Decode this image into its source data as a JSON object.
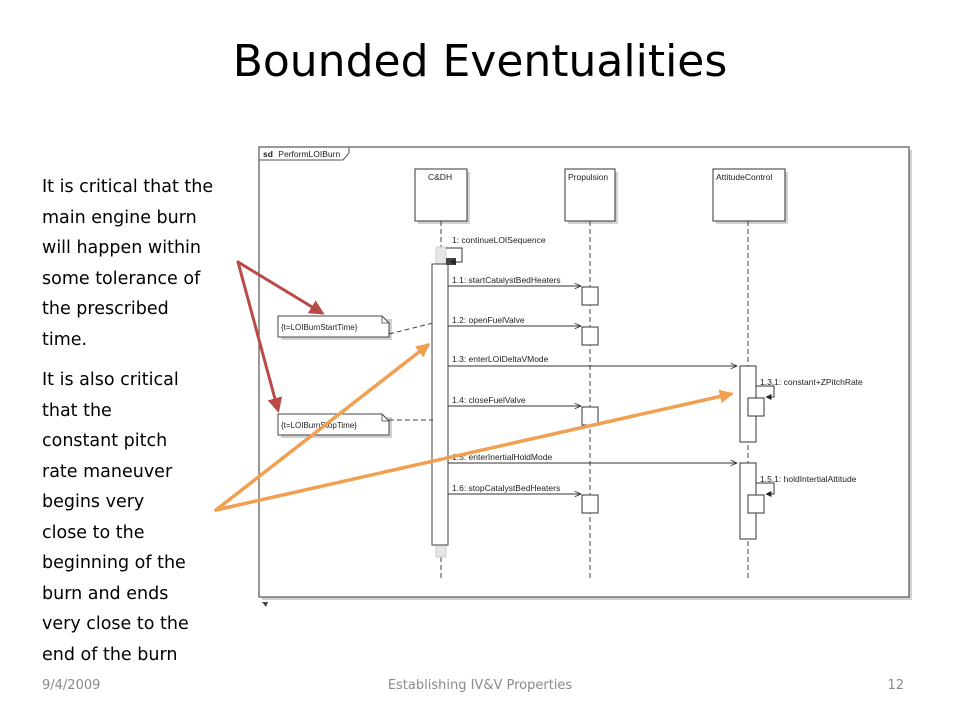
{
  "slide": {
    "title": "Bounded Eventualities",
    "note1_lines": [
      "It is critical that the",
      "main engine burn",
      "will happen within",
      "some tolerance of",
      "the prescribed",
      "time."
    ],
    "note2_lines": [
      "It is also critical",
      "that the",
      "constant pitch",
      "rate maneuver",
      "begins very",
      "close to the",
      "beginning of the",
      "burn and ends",
      "very close to the",
      "end of the burn"
    ]
  },
  "diagram": {
    "frame_keyword": "sd",
    "frame_name": "PerformLOIBurn",
    "lifelines": [
      "C&DH",
      "Propulsion",
      "AttitudeControl"
    ],
    "messages": [
      "1: continueLOISequence",
      "1.1: startCatalystBedHeaters",
      "1.2: openFuelValve",
      "1.3: enterLOIDeltaVMode",
      "1.3.1: constant+ZPitchRate",
      "1.4: closeFuelValve",
      "1.5: enterInertialHoldMode",
      "1.5.1: holdIntertialAttitude",
      "1.6: stopCatalystBedHeaters"
    ],
    "constraints": [
      "{t=LOIBurnStartTime}",
      "{t=LOIBurnStopTime}"
    ]
  },
  "colors": {
    "red_arrow": "#b94a48",
    "orange_arrow": "#f0a050"
  },
  "footer": {
    "date": "9/4/2009",
    "center": "Establishing IV&V Properties",
    "page": "12"
  }
}
